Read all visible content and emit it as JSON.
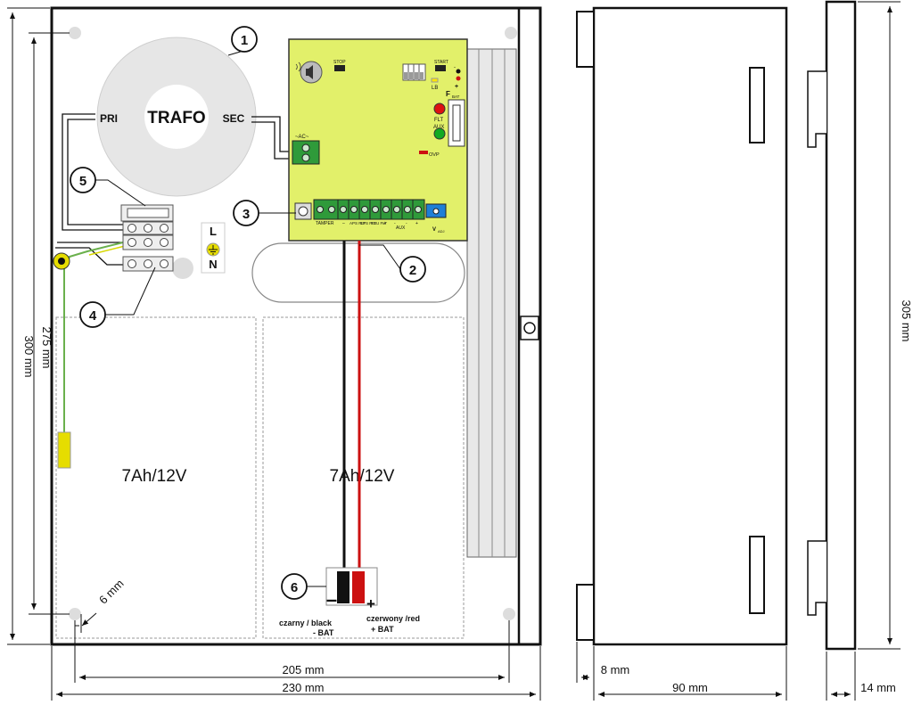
{
  "transformer": {
    "title": "TRAFO",
    "primary": "PRI",
    "secondary": "SEC"
  },
  "board": {
    "ac_label": "~AC~",
    "stop_label": "STOP",
    "start_label": "START",
    "lb_label": "LB",
    "fbat_label": "F",
    "fbat_sub": "BAT",
    "flt_label": "FLT",
    "aux_label": "AUX",
    "ovp_label": "OVP",
    "minus_label": "-",
    "plus_label": "+",
    "terminal_labels": [
      "TAMPER",
      "–",
      "APS FLT",
      "EPS FLT",
      "PSU FLT",
      "+",
      "-",
      "AUX",
      "-",
      "+"
    ],
    "vadj_label": "V",
    "vadj_sub": "ADJ"
  },
  "mains": {
    "l": "L",
    "n": "N"
  },
  "batteries": [
    "7Ah/12V",
    "7Ah/12V"
  ],
  "leads": {
    "minus": "–",
    "plus": "+",
    "black_line1": "czarny / black",
    "black_line2": "- BAT",
    "red_line1": "czerwony /red",
    "red_line2": "+ BAT"
  },
  "callouts": [
    "1",
    "2",
    "3",
    "4",
    "5",
    "6"
  ],
  "dimensions": {
    "height_outer": "300 mm",
    "height_inner": "275 mm",
    "hole_offset": "6 mm",
    "width_inner": "205 mm",
    "width_outer": "230 mm",
    "flange": "8 mm",
    "depth": "90 mm",
    "door_height": "305 mm",
    "door_depth": "14 mm"
  },
  "colors": {
    "board": "#e2f06a",
    "earth_wire": "#d8d800",
    "black_wire": "#111111",
    "red_wire": "#cc1111",
    "led_red": "#dd1111",
    "led_green": "#11aa22",
    "trimmer": "#1e7fd6",
    "transformer": "#e6e6e6"
  }
}
